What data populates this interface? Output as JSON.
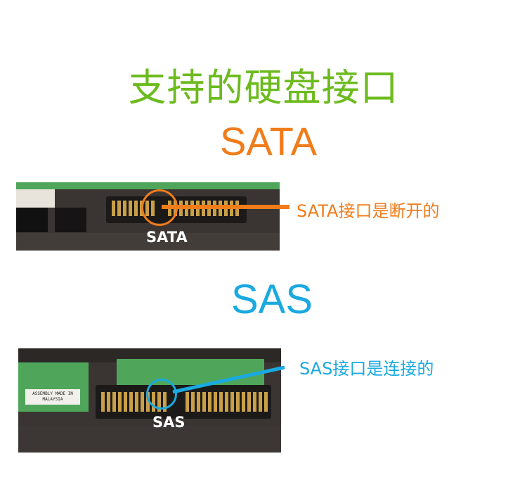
{
  "title": "支持的硬盘接口",
  "sata": {
    "heading": "SATA",
    "photo_label": "SATA",
    "note": "SATA接口是断开的",
    "color": "#f07c1a"
  },
  "sas": {
    "heading": "SAS",
    "photo_label": "SAS",
    "note": "SAS接口是连接的",
    "color": "#1aa9e0",
    "sticker": "ASSEMBLY MADE IN MALAYSIA"
  },
  "title_color": "#6cbb1e"
}
